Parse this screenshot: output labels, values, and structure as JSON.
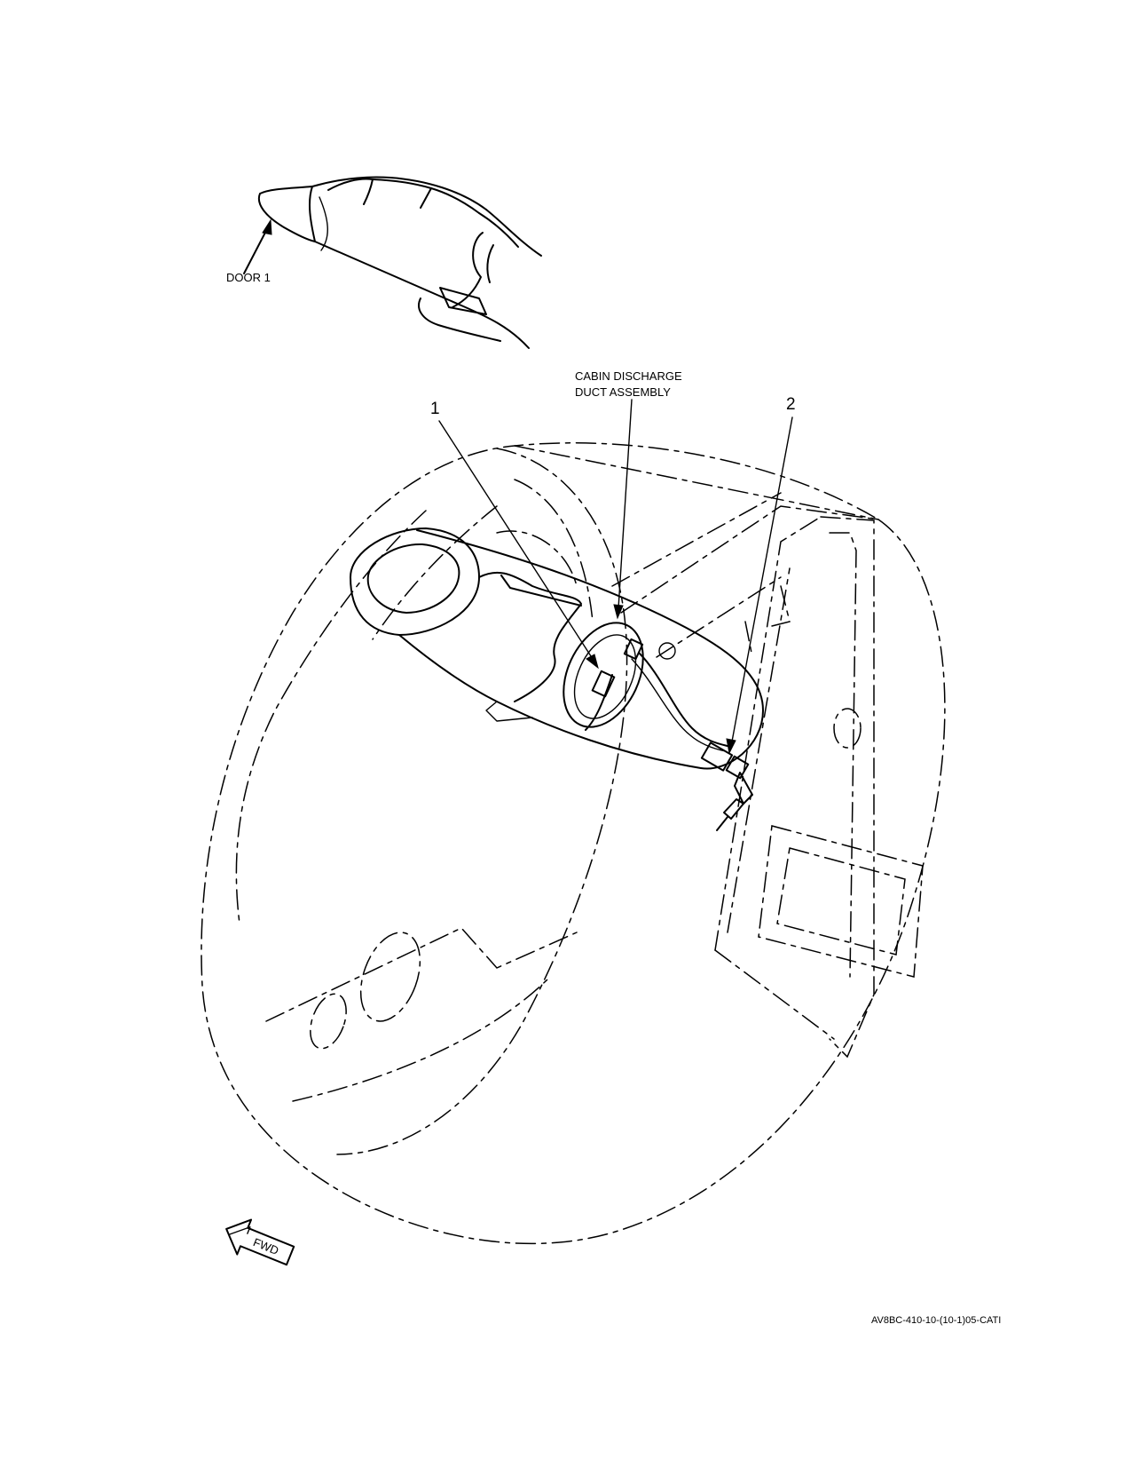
{
  "callouts": {
    "door": "DOOR 1",
    "duct_line1": "CABIN DISCHARGE",
    "duct_line2": "DUCT ASSEMBLY",
    "item1": "1",
    "item2": "2"
  },
  "fwd_label": "FWD",
  "figure_id": "AV8BC-410-10-(10-1)05-CATI"
}
